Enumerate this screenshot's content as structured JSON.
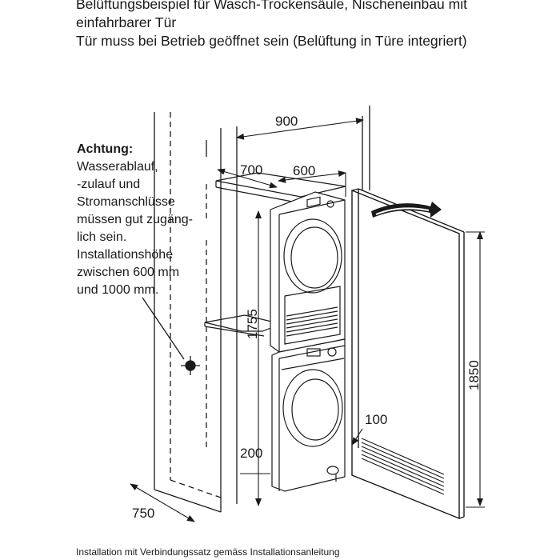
{
  "header": {
    "line1": "Belüftungsbeispiel für Wasch-Trockensäule, Nischeneinbau mit",
    "line2": "einfahrbarer Tür",
    "line3": "Tür muss bei Betrieb geöffnet sein (Belüftung in Türe integriert)"
  },
  "note": {
    "title": "Achtung:",
    "lines": [
      "Wasserablauf,",
      "-zulauf und",
      "Stromanschlüsse",
      "müssen gut zugäng-",
      "lich sein.",
      "Installationshöhe",
      "zwischen 600 mm",
      "und 1000 mm."
    ]
  },
  "dimensions": {
    "niche_width": "900",
    "depth_700": "700",
    "width_600": "600",
    "stack_height": "1755",
    "door_height": "1850",
    "vent_100": "100",
    "base_200": "200",
    "niche_depth": "750"
  },
  "footer": "Installation mit Verbindungssatz gemäss Installationsanleitung",
  "icons": [
    "rotation-arrow-icon",
    "connection-point-icon"
  ]
}
